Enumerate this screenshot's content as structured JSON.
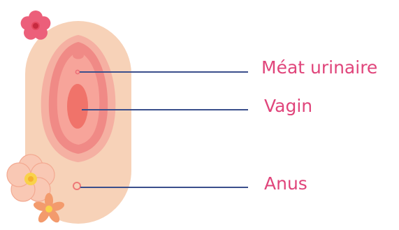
{
  "labels": {
    "urethral_meatus": "Méat urinaire",
    "vagina": "Vagin",
    "anus": "Anus"
  },
  "colors": {
    "label_text": "#e0457b",
    "leader_line": "#3b4f8c",
    "skin": "#f7d2b8",
    "outer_lip": "#f5b0a2",
    "middle_lip": "#f08a86",
    "inner_lip": "#f7a49a",
    "vaginal_opening": "#f0736a",
    "pink_flower": "#ec5f7a",
    "peach_flower": "#f9c8b4",
    "orange_flower": "#f39b6d",
    "flower_center_yellow": "#f9d24a",
    "flower_center_red": "#c62a3f"
  },
  "decorations": [
    "pink-flower-icon",
    "peach-flower-icon",
    "orange-flower-icon"
  ]
}
